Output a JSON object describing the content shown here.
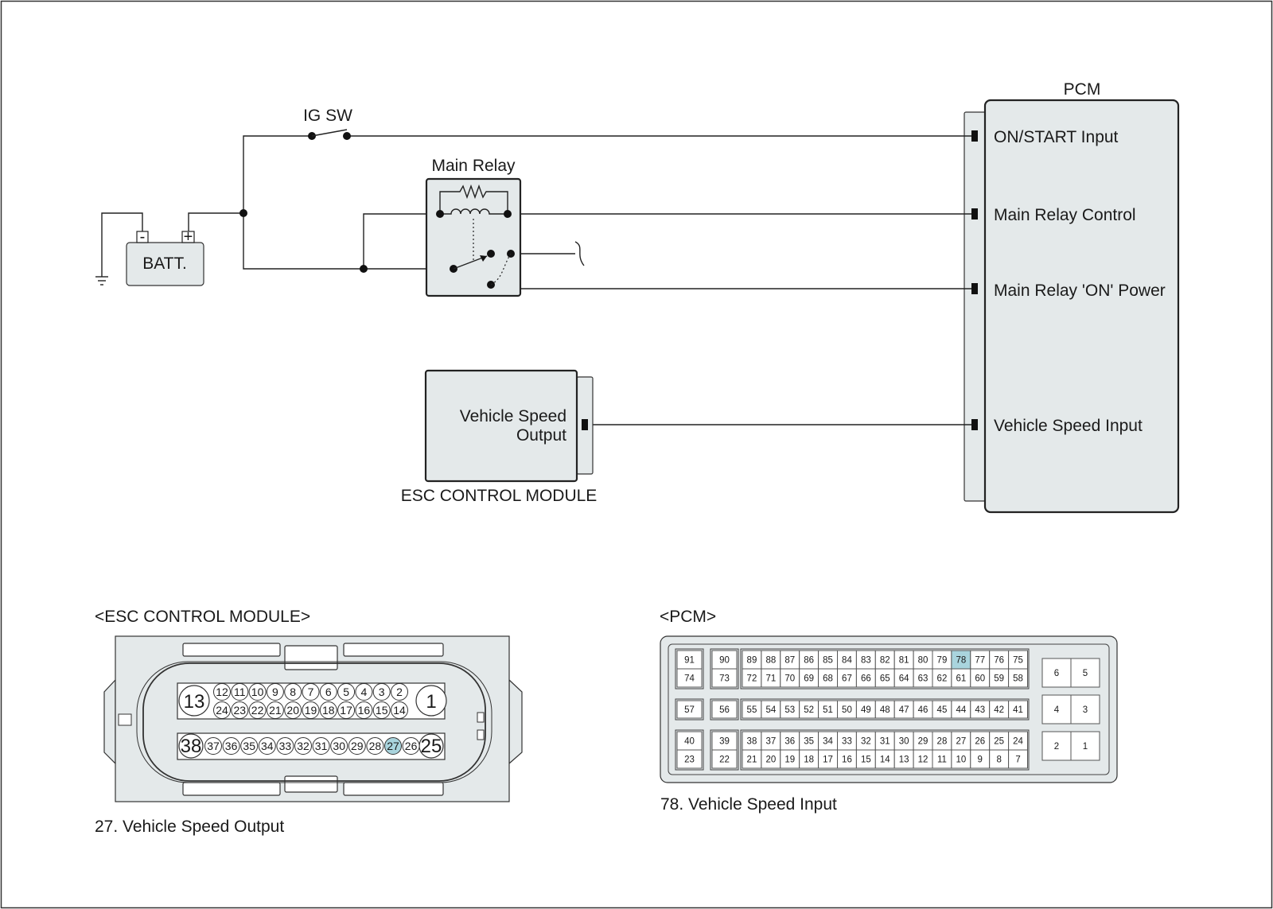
{
  "colors": {
    "module_fill": "#e4e9ea",
    "line": "#222222",
    "highlight": "#a9d4dd",
    "background": "#ffffff"
  },
  "schematic": {
    "pcm_title": "PCM",
    "pcm_inputs": [
      "ON/START Input",
      "Main Relay Control",
      "Main Relay 'ON' Power",
      "Vehicle Speed Input"
    ],
    "ig_switch": "IG SW",
    "main_relay": "Main Relay",
    "battery": "BATT.",
    "battery_neg": "-",
    "battery_pos": "+",
    "esc_output_line1": "Vehicle Speed",
    "esc_output_line2": "Output",
    "esc_module": "ESC CONTROL MODULE"
  },
  "esc_connector": {
    "title": "<ESC CONTROL MODULE>",
    "caption": "27. Vehicle Speed Output",
    "row1_left": "13",
    "row1_pins": [
      "12",
      "11",
      "10",
      "9",
      "8",
      "7",
      "6",
      "5",
      "4",
      "3",
      "2"
    ],
    "row1_right": "1",
    "row2_pins": [
      "24",
      "23",
      "22",
      "21",
      "20",
      "19",
      "18",
      "17",
      "16",
      "15",
      "14"
    ],
    "row3_left": "38",
    "row3_pins": [
      "37",
      "36",
      "35",
      "34",
      "33",
      "32",
      "31",
      "30",
      "29",
      "28",
      "27",
      "26"
    ],
    "row3_right": "25",
    "highlighted_pin": "27"
  },
  "pcm_connector": {
    "title": "<PCM>",
    "caption": "78. Vehicle Speed Input",
    "highlighted_pin": "78",
    "row_top": [
      "91",
      "90",
      "89",
      "88",
      "87",
      "86",
      "85",
      "84",
      "83",
      "82",
      "81",
      "80",
      "79",
      "78",
      "77",
      "76",
      "75"
    ],
    "row_2": [
      "74",
      "73",
      "72",
      "71",
      "70",
      "69",
      "68",
      "67",
      "66",
      "65",
      "64",
      "63",
      "62",
      "61",
      "60",
      "59",
      "58"
    ],
    "row_mid": [
      "57",
      "56",
      "55",
      "54",
      "53",
      "52",
      "51",
      "50",
      "49",
      "48",
      "47",
      "46",
      "45",
      "44",
      "43",
      "42",
      "41"
    ],
    "row_4": [
      "40",
      "39",
      "38",
      "37",
      "36",
      "35",
      "34",
      "33",
      "32",
      "31",
      "30",
      "29",
      "28",
      "27",
      "26",
      "25",
      "24"
    ],
    "row_bot": [
      "23",
      "22",
      "21",
      "20",
      "19",
      "18",
      "17",
      "16",
      "15",
      "14",
      "13",
      "12",
      "11",
      "10",
      "9",
      "8",
      "7"
    ],
    "power_pins": [
      [
        "6",
        "5"
      ],
      [
        "4",
        "3"
      ],
      [
        "2",
        "1"
      ]
    ]
  }
}
